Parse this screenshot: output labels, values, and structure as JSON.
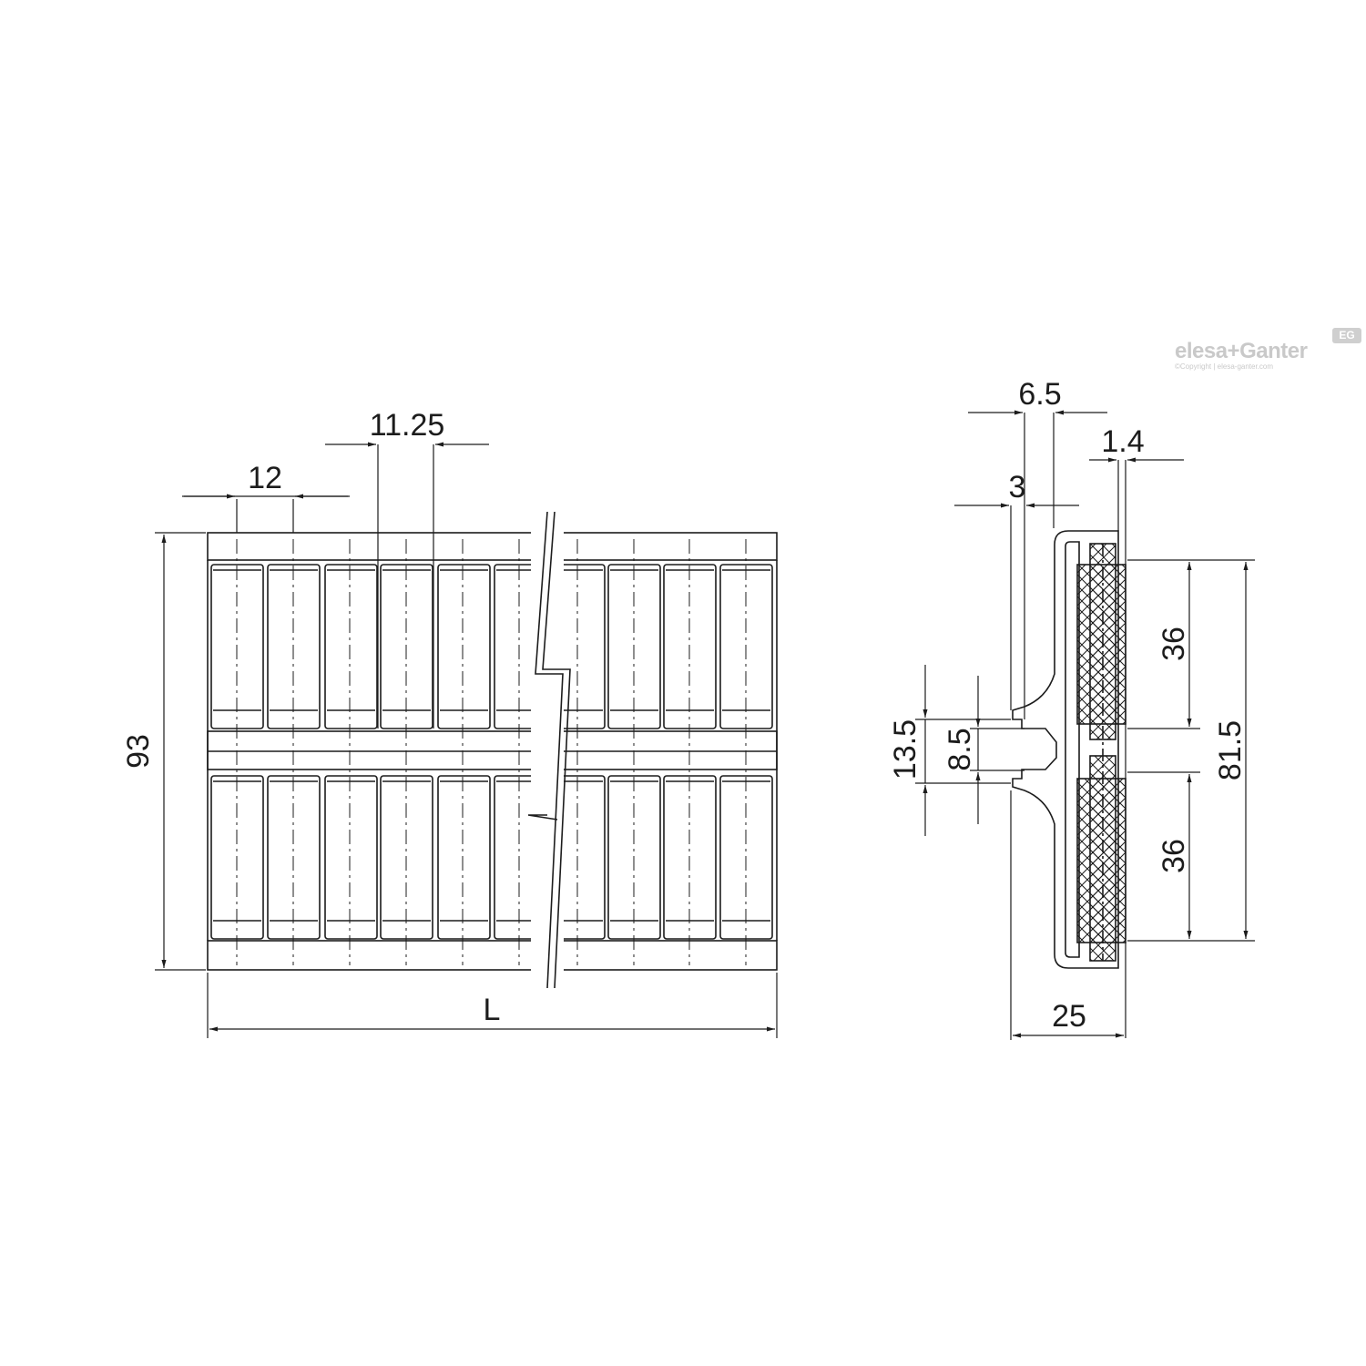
{
  "dimensions": {
    "front_view": {
      "pitch": "12",
      "spacing": "11.25",
      "height": "93",
      "length": "L"
    },
    "side_view": {
      "offset_a": "6.5",
      "thickness": "1.4",
      "offset_b": "3",
      "upper_roller": "36",
      "lower_roller": "36",
      "total_height": "81.5",
      "clip_outer": "13.5",
      "clip_inner": "8.5",
      "width": "25"
    }
  },
  "brand": {
    "logo_text": "elesa+Ganter",
    "copyright": "©Copyright | elesa-ganter.com",
    "badge": "EG"
  },
  "colors": {
    "line": "#1c1c1c",
    "fill": "#ffffff",
    "brand_gray": "#c9c9c9"
  }
}
